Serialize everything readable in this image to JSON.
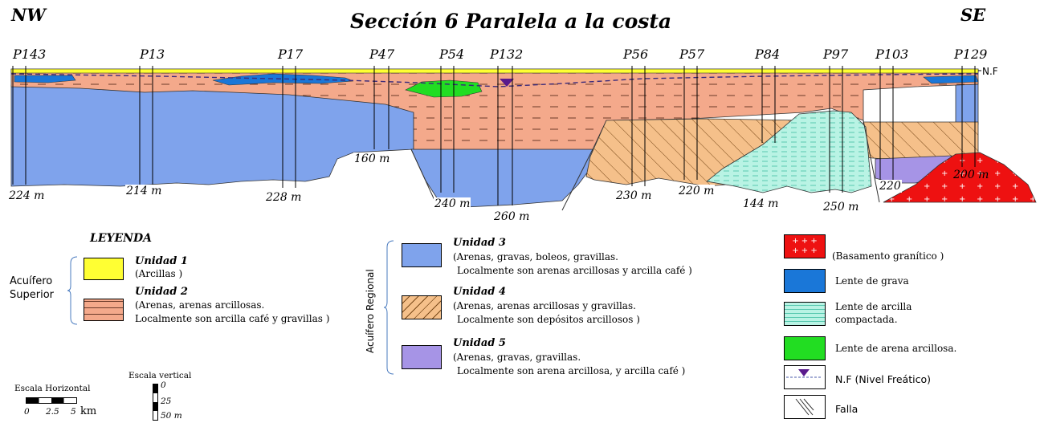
{
  "title": "Sección 6 Paralela a la costa",
  "orientation": {
    "left": "NW",
    "right": "SE"
  },
  "wells": [
    "P143",
    "P13",
    "P17",
    "P47",
    "P54",
    "P132",
    "P56",
    "P57",
    "P84",
    "P97",
    "P103",
    "P129"
  ],
  "water_table_label": "N.F",
  "depth_labels": [
    "224 m",
    "214 m",
    "228 m",
    "160 m",
    "240 m",
    "260 m",
    "230 m",
    "220 m",
    "144 m",
    "250 m",
    "220",
    "200 m"
  ],
  "colors": {
    "unidad1": "#ffff33",
    "unidad2": "#f4a98b",
    "unidad3": "#7fa3ec",
    "unidad4": "#f5c08a",
    "unidad5": "#a694e6",
    "basamento": "#ee1111",
    "lente_grava": "#1a77d8",
    "lente_arcilla": "#b9f3e4",
    "lente_arena": "#22dd22",
    "nf_marker": "#5a1a8c"
  },
  "legend": {
    "heading": "LEYENDA",
    "group_superior": [
      "Acuífero",
      "Superior"
    ],
    "group_regional": "Acuífero Regional",
    "units": [
      {
        "name": "Unidad 1",
        "lines": [
          "(Arcillas )"
        ]
      },
      {
        "name": "Unidad 2",
        "lines": [
          "(Arenas, arenas arcillosas.",
          "Localmente son arcilla café y gravillas )"
        ]
      },
      {
        "name": "Unidad 3",
        "lines": [
          "(Arenas, gravas, boleos, gravillas.",
          "Localmente son arenas arcillosas y arcilla café )"
        ]
      },
      {
        "name": "Unidad 4",
        "lines": [
          "(Arenas, arenas arcillosas y  gravillas.",
          "Localmente son depósitos arcillosos )"
        ]
      },
      {
        "name": "Unidad 5",
        "lines": [
          "(Arenas, gravas, gravillas.",
          "Localmente son arena arcillosa, y arcilla café )"
        ]
      }
    ],
    "right": [
      {
        "label": "(Basamento granítico )"
      },
      {
        "label": "Lente de grava"
      },
      {
        "label": "Lente de arcilla compactada."
      },
      {
        "label": "Lente de arena arcillosa."
      },
      {
        "label": "N.F (Nivel Freático)"
      },
      {
        "label": "Falla"
      }
    ]
  },
  "scale_horizontal": {
    "title": "Escala Horizontal",
    "ticks": [
      "0",
      "2.5",
      "5"
    ],
    "unit": "km"
  },
  "scale_vertical": {
    "title": "Escala vertical",
    "ticks": [
      "0",
      "25",
      "50 m"
    ]
  }
}
